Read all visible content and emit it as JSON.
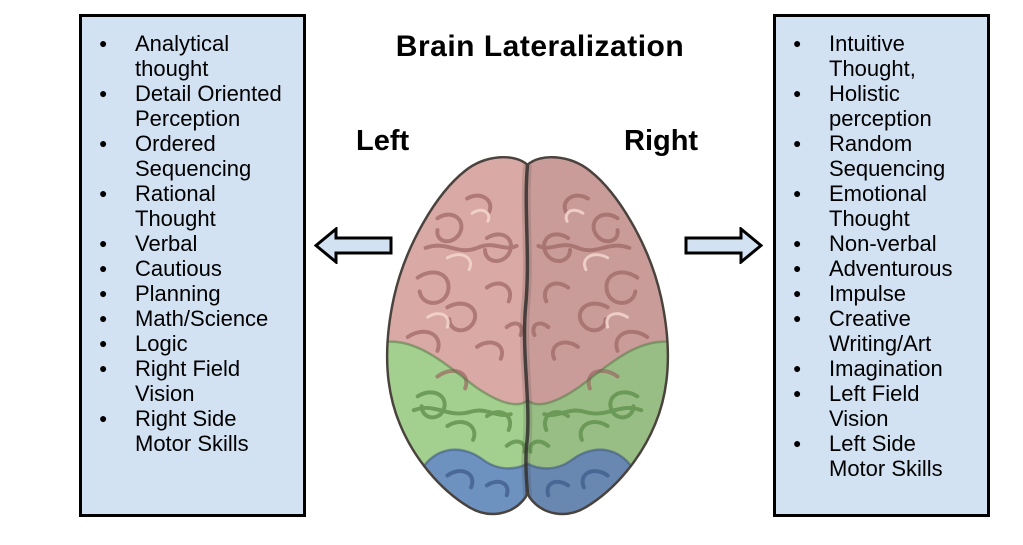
{
  "title": "Brain Lateralization",
  "left_panel": {
    "heading": "Left",
    "items": [
      [
        "Analytical",
        "thought"
      ],
      [
        "Detail Oriented",
        "Perception"
      ],
      [
        "Ordered",
        "Sequencing"
      ],
      [
        "Rational",
        "Thought"
      ],
      [
        "Verbal"
      ],
      [
        "Cautious"
      ],
      [
        "Planning"
      ],
      [
        "Math/Science"
      ],
      [
        "Logic"
      ],
      [
        "Right Field",
        "Vision"
      ],
      [
        "Right Side",
        "Motor Skills"
      ]
    ]
  },
  "right_panel": {
    "heading": "Right",
    "items": [
      [
        "Intuitive",
        "Thought,"
      ],
      [
        "Holistic",
        "perception"
      ],
      [
        "Random",
        "Sequencing"
      ],
      [
        "Emotional",
        "Thought"
      ],
      [
        "Non-verbal"
      ],
      [
        "Adventurous"
      ],
      [
        "Impulse"
      ],
      [
        "Creative",
        "Writing/Art"
      ],
      [
        "Imagination"
      ],
      [
        "Left Field",
        "Vision"
      ],
      [
        "Left Side",
        "Motor Skills"
      ]
    ]
  },
  "icons": {
    "left_arrow": "left-arrow-icon",
    "right_arrow": "right-arrow-icon",
    "brain": "top-view-brain-illustration"
  },
  "colors": {
    "background": "#ffffff",
    "panel_fill": "#d2e2f3",
    "panel_border": "#000000",
    "arrow_fill": "#d2e2f3",
    "text": "#000000",
    "brain_frontal_pink": "#d9a9a5",
    "brain_occipital_green": "#a3cf8f",
    "brain_cerebellum_blue": "#6e92c0"
  },
  "brain_regions": [
    {
      "name": "frontal-parietal-lobes",
      "color": "#d9a9a5"
    },
    {
      "name": "occipital-lobes",
      "color": "#a3cf8f"
    },
    {
      "name": "cerebellum",
      "color": "#6e92c0"
    }
  ]
}
